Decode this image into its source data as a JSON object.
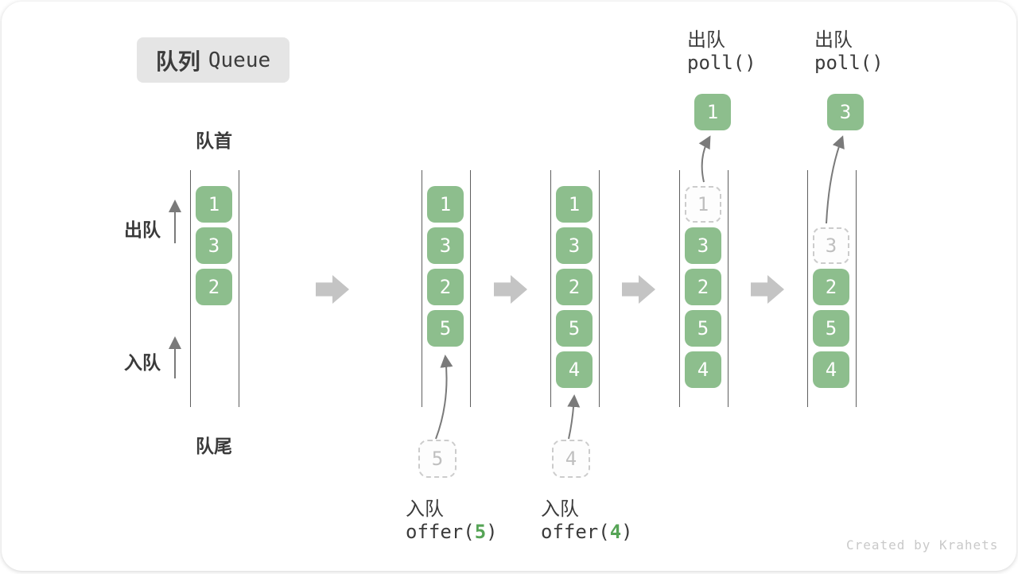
{
  "title": {
    "zh": "队列",
    "en": "Queue"
  },
  "labels": {
    "front": "队首",
    "rear": "队尾",
    "dequeue": "出队",
    "enqueue": "入队"
  },
  "colors": {
    "box_green": "#8dbe8d",
    "code_green": "#56a456",
    "title_bg": "#e5e5e5",
    "text_dark": "#3c3c3c"
  },
  "states": [
    {
      "name": "initial",
      "cells": [
        {
          "value": "1",
          "style": "solid"
        },
        {
          "value": "3",
          "style": "solid"
        },
        {
          "value": "2",
          "style": "solid"
        }
      ]
    },
    {
      "name": "after-offer-5",
      "cells": [
        {
          "value": "1",
          "style": "solid"
        },
        {
          "value": "3",
          "style": "solid"
        },
        {
          "value": "2",
          "style": "solid"
        },
        {
          "value": "5",
          "style": "solid"
        }
      ]
    },
    {
      "name": "after-offer-4",
      "cells": [
        {
          "value": "1",
          "style": "solid"
        },
        {
          "value": "3",
          "style": "solid"
        },
        {
          "value": "2",
          "style": "solid"
        },
        {
          "value": "5",
          "style": "solid"
        },
        {
          "value": "4",
          "style": "solid"
        }
      ]
    },
    {
      "name": "after-poll-1",
      "cells": [
        {
          "value": "1",
          "style": "dashed"
        },
        {
          "value": "3",
          "style": "solid"
        },
        {
          "value": "2",
          "style": "solid"
        },
        {
          "value": "5",
          "style": "solid"
        },
        {
          "value": "4",
          "style": "solid"
        }
      ]
    },
    {
      "name": "after-poll-3",
      "cells": [
        {
          "value": "3",
          "style": "dashed"
        },
        {
          "value": "2",
          "style": "solid"
        },
        {
          "value": "5",
          "style": "solid"
        },
        {
          "value": "4",
          "style": "solid"
        }
      ]
    }
  ],
  "operations": {
    "enqueue": [
      {
        "label": "入队",
        "code_prefix": "offer(",
        "arg": "5",
        "code_suffix": ")",
        "staged_value": "5"
      },
      {
        "label": "入队",
        "code_prefix": "offer(",
        "arg": "4",
        "code_suffix": ")",
        "staged_value": "4"
      }
    ],
    "dequeue": [
      {
        "label": "出队",
        "code": "poll()",
        "result_value": "1"
      },
      {
        "label": "出队",
        "code": "poll()",
        "result_value": "3"
      }
    ]
  },
  "watermark": "Created by Krahets"
}
